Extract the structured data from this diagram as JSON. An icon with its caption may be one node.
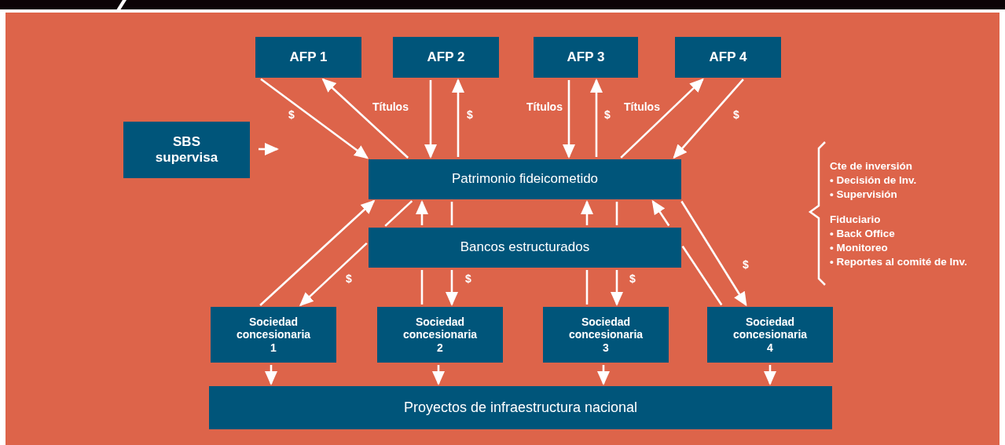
{
  "diagram": {
    "nodes": [
      {
        "text": [
          "AFP 1"
        ]
      },
      {
        "text": [
          "AFP 2"
        ]
      },
      {
        "text": [
          "AFP 3"
        ]
      },
      {
        "text": [
          "AFP 4"
        ]
      },
      {
        "text": [
          "SBS supervisa"
        ]
      },
      {
        "text": [
          "Patrimonio fideicometido"
        ]
      },
      {
        "text": [
          "Bancos estructurados"
        ]
      },
      {
        "text": [
          "Sociedad concesionaria 1"
        ]
      },
      {
        "text": [
          "Sociedad concesionaria 2"
        ]
      },
      {
        "text": [
          "Sociedad concesionaria 3"
        ]
      },
      {
        "text": [
          "Sociedad concesionaria 4"
        ]
      },
      {
        "text": [
          "Proyectos de infraestructura nacional"
        ]
      }
    ],
    "edges": [
      {
        "from": 0,
        "to": 5,
        "arrow": "to",
        "label": "$"
      },
      {
        "from": 5,
        "to": 0,
        "arrow": "to"
      },
      {
        "from": 1,
        "to": 5,
        "arrow": "to",
        "label": "Títulos"
      },
      {
        "from": 5,
        "to": 1,
        "arrow": "to",
        "label": "$"
      },
      {
        "from": 2,
        "to": 5,
        "arrow": "to",
        "label": "Títulos"
      },
      {
        "from": 5,
        "to": 2,
        "arrow": "to",
        "label": "$"
      },
      {
        "from": 5,
        "to": 3,
        "arrow": "to",
        "label": "Títulos"
      },
      {
        "from": 3,
        "to": 5,
        "arrow": "to",
        "label": "$"
      },
      {
        "from": 4,
        "to": null,
        "arrow": "to"
      },
      {
        "from": 7,
        "to": 5,
        "arrow": "to"
      },
      {
        "from": 5,
        "to": 6,
        "arrow": "none"
      },
      {
        "from": 6,
        "to": 7,
        "arrow": "to",
        "label": "$"
      },
      {
        "from": 8,
        "to": 6,
        "arrow": "none"
      },
      {
        "from": 6,
        "to": 5,
        "arrow": "to"
      },
      {
        "from": 5,
        "to": 6,
        "arrow": "none"
      },
      {
        "from": 6,
        "to": 8,
        "arrow": "to",
        "label": "$"
      },
      {
        "from": 9,
        "to": 6,
        "arrow": "none"
      },
      {
        "from": 6,
        "to": 5,
        "arrow": "to"
      },
      {
        "from": 5,
        "to": 6,
        "arrow": "none"
      },
      {
        "from": 6,
        "to": 9,
        "arrow": "to",
        "label": "$"
      },
      {
        "from": 10,
        "to": 6,
        "arrow": "none"
      },
      {
        "from": 6,
        "to": 5,
        "arrow": "to"
      },
      {
        "from": 5,
        "to": 10,
        "arrow": "to",
        "label": "$"
      },
      {
        "from": 7,
        "to": 11,
        "arrow": "to"
      },
      {
        "from": 8,
        "to": 11,
        "arrow": "to"
      },
      {
        "from": 9,
        "to": 11,
        "arrow": "to"
      },
      {
        "from": 10,
        "to": 11,
        "arrow": "to"
      }
    ],
    "labels": [
      "Cte de inversión",
      "• Decisión de Inv.",
      "• Supervisión",
      "Fiduciario",
      "• Back Office",
      "• Monitoreo",
      "• Reportes al comité de Inv."
    ]
  }
}
